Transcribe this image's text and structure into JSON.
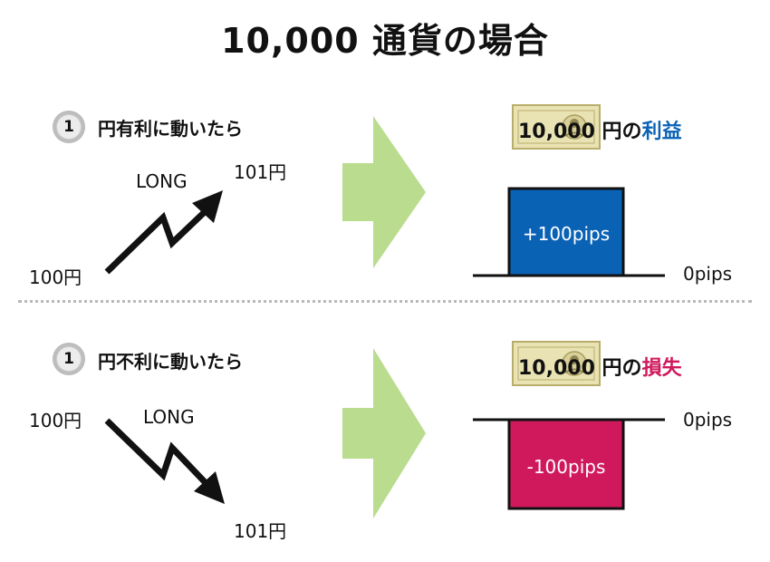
{
  "title": "10,000 通貨の場合",
  "colors": {
    "profit": "#0a62b5",
    "loss": "#d0195c",
    "arrow_fill": "#b9dc8e",
    "line": "#111111"
  },
  "scenarios": [
    {
      "number": "1",
      "label": "円有利に動いたら",
      "start_price": "100円",
      "end_price": "101円",
      "position": "LONG",
      "trend_icon": "zigzag-up-arrow-icon",
      "result": {
        "amount": "10,000 円の",
        "word": "利益",
        "bar_value": "+100pips",
        "baseline_label": "0pips",
        "bar_color": "#0a62b5"
      }
    },
    {
      "number": "1",
      "label": "円不利に動いたら",
      "start_price": "100円",
      "end_price": "101円",
      "position": "LONG",
      "trend_icon": "zigzag-down-arrow-icon",
      "result": {
        "amount": "10,000 円の",
        "word": "損失",
        "bar_value": "-100pips",
        "baseline_label": "0pips",
        "bar_color": "#d0195c"
      }
    }
  ]
}
